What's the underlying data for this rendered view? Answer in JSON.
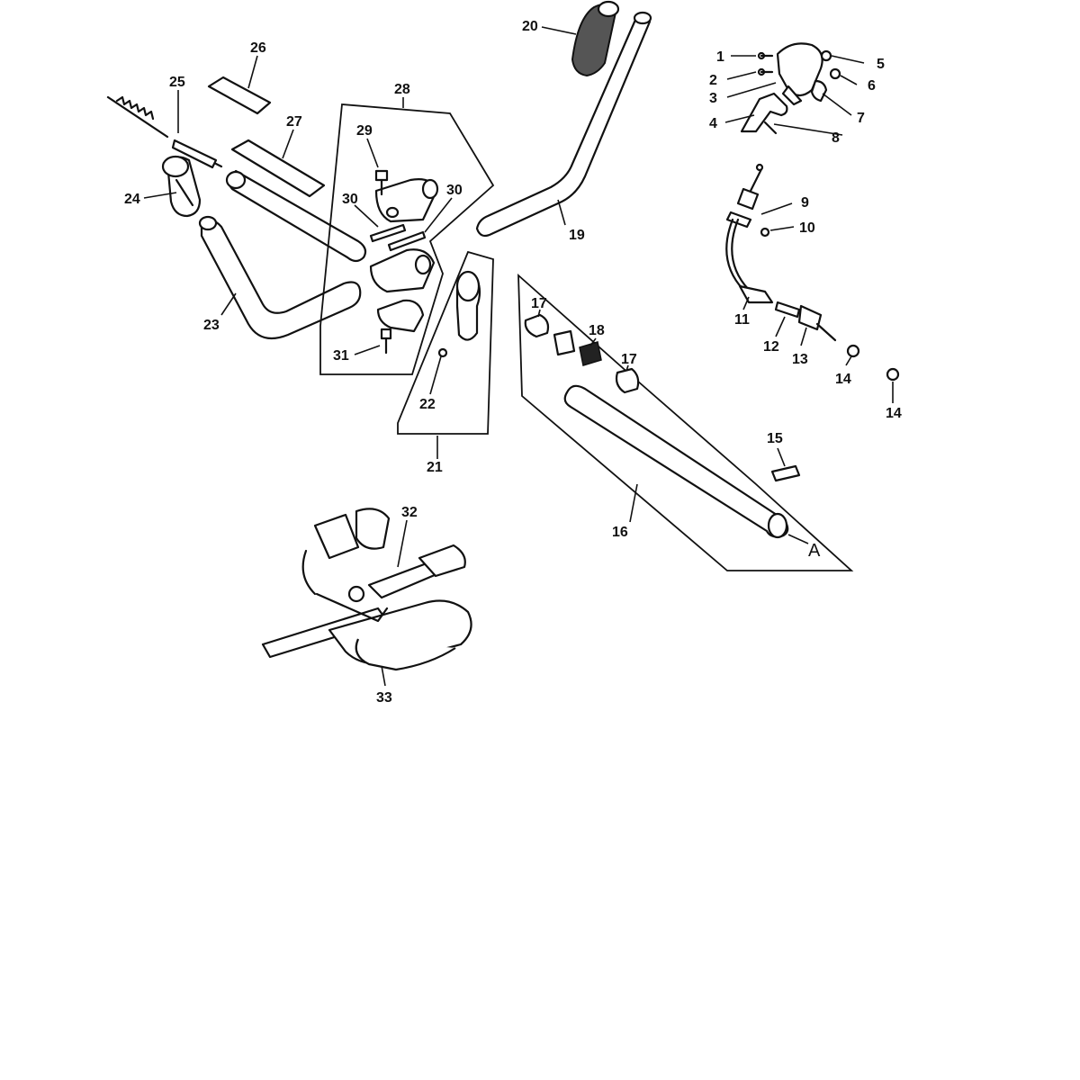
{
  "diagram": {
    "labels": {
      "p1": "1",
      "p2": "2",
      "p3": "3",
      "p4": "4",
      "p5": "5",
      "p6": "6",
      "p7": "7",
      "p8": "8",
      "p9": "9",
      "p10": "10",
      "p11": "11",
      "p12": "12",
      "p13": "13",
      "p14a": "14",
      "p14b": "14",
      "p15": "15",
      "p16": "16",
      "p17a": "17",
      "p17b": "17",
      "p18": "18",
      "p19": "19",
      "p20": "20",
      "p21": "21",
      "p22": "22",
      "p23": "23",
      "p24": "24",
      "p25": "25",
      "p26": "26",
      "p27": "27",
      "p28": "28",
      "p29": "29",
      "p30a": "30",
      "p30b": "30",
      "p31": "31",
      "p32": "32",
      "p33": "33",
      "refA": "A"
    }
  }
}
